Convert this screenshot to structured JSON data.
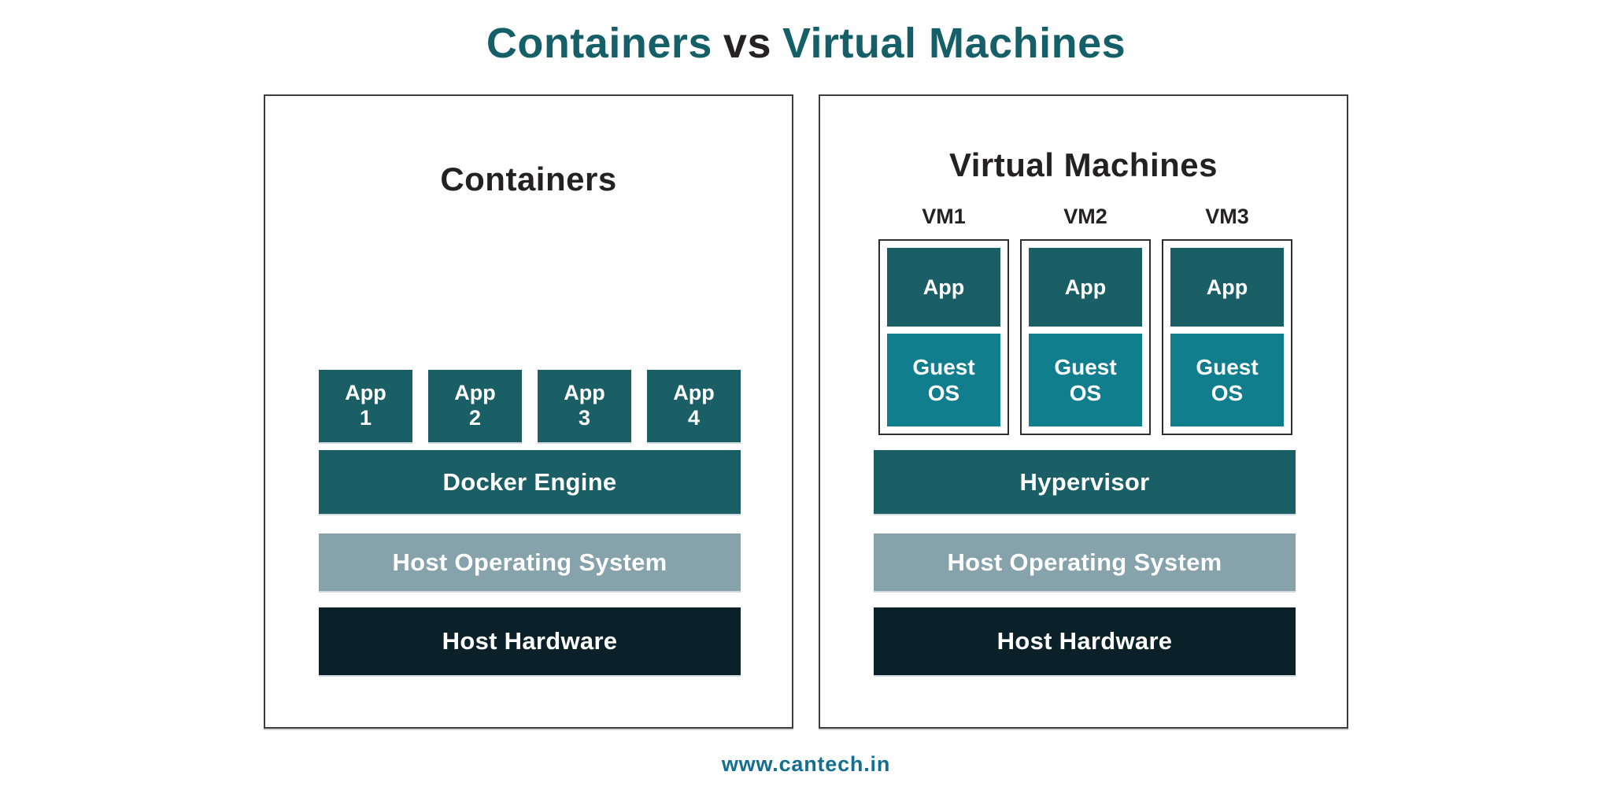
{
  "title": {
    "containers": "Containers",
    "vs": "vs",
    "virtual_machines": "Virtual Machines"
  },
  "left_panel": {
    "heading": "Containers",
    "apps": [
      "App\n1",
      "App\n2",
      "App\n3",
      "App\n4"
    ],
    "layers": [
      {
        "label": "Docker Engine"
      },
      {
        "label": "Host Operating System"
      },
      {
        "label": "Host Hardware"
      }
    ]
  },
  "right_panel": {
    "heading": "Virtual Machines",
    "vms": [
      {
        "label": "VM1",
        "app": "App",
        "guest_os": "Guest\nOS"
      },
      {
        "label": "VM2",
        "app": "App",
        "guest_os": "Guest\nOS"
      },
      {
        "label": "VM3",
        "app": "App",
        "guest_os": "Guest\nOS"
      }
    ],
    "layers": [
      {
        "label": "Hypervisor"
      },
      {
        "label": "Host Operating System"
      },
      {
        "label": "Host Hardware"
      }
    ]
  },
  "footer": {
    "url": "www.cantech.in"
  },
  "colors": {
    "dark_teal": "#1A5E66",
    "guest_teal": "#107E8C",
    "host_os_gray": "#86A2AA",
    "host_hardware_dark": "#0A2129",
    "title_teal": "#155F69",
    "text_ink": "#232122",
    "footer_blue": "#146E92"
  }
}
